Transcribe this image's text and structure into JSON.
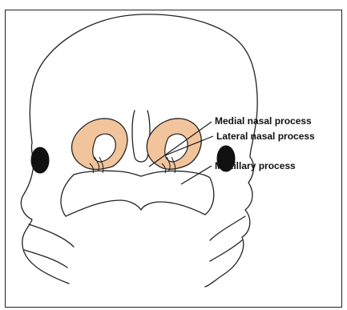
{
  "labels": {
    "medial": "Medial nasal process",
    "lateral": "Lateral nasal process",
    "maxillary": "Maxillary process"
  },
  "colors": {
    "nasal_placode_fill": "#f2c49b",
    "eye_fill": "#111111",
    "outline": "#222222",
    "background": "#ffffff"
  }
}
